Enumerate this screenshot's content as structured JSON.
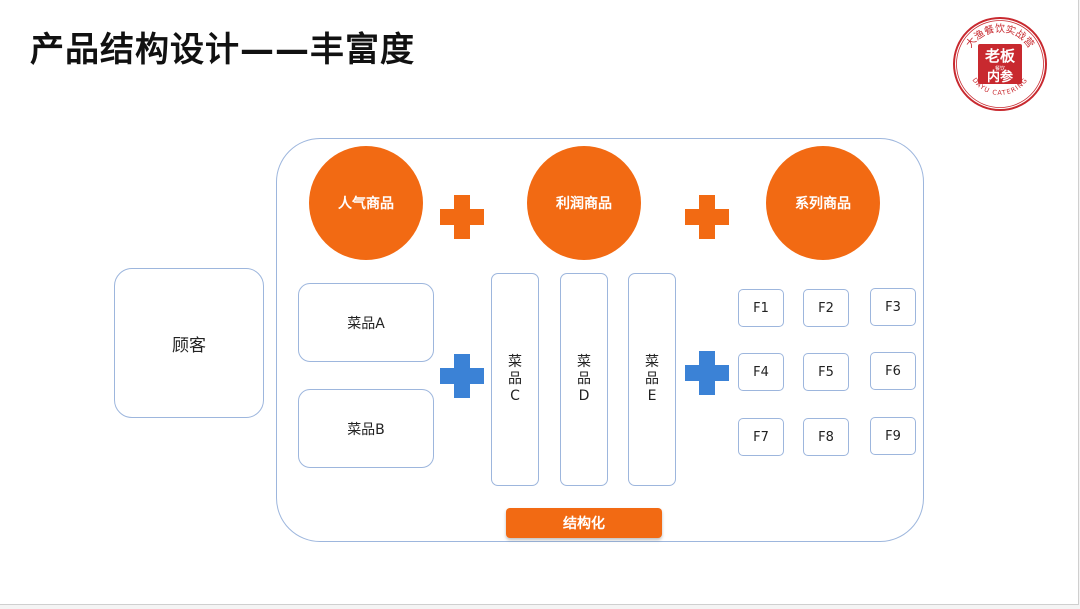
{
  "title": "产品结构设计——丰富度",
  "logo": {
    "arc_top": "大渔餐饮实战营",
    "center_line1": "老板",
    "center_small": "餐饮",
    "center_line2": "内参",
    "arc_bottom": "DAYU CATERING",
    "color": "#c8292f"
  },
  "categories": {
    "popular": "人气商品",
    "profit": "利润商品",
    "series": "系列商品"
  },
  "customer": "顾客",
  "dishes": {
    "a": "菜品A",
    "b": "菜品B",
    "c": "菜品C",
    "d": "菜品D",
    "e": "菜品E"
  },
  "f_items": [
    "F1",
    "F2",
    "F3",
    "F4",
    "F5",
    "F6",
    "F7",
    "F8",
    "F9"
  ],
  "structured": "结构化",
  "colors": {
    "orange": "#f26a13",
    "blue": "#3b82d6",
    "border": "#9db6dd"
  }
}
